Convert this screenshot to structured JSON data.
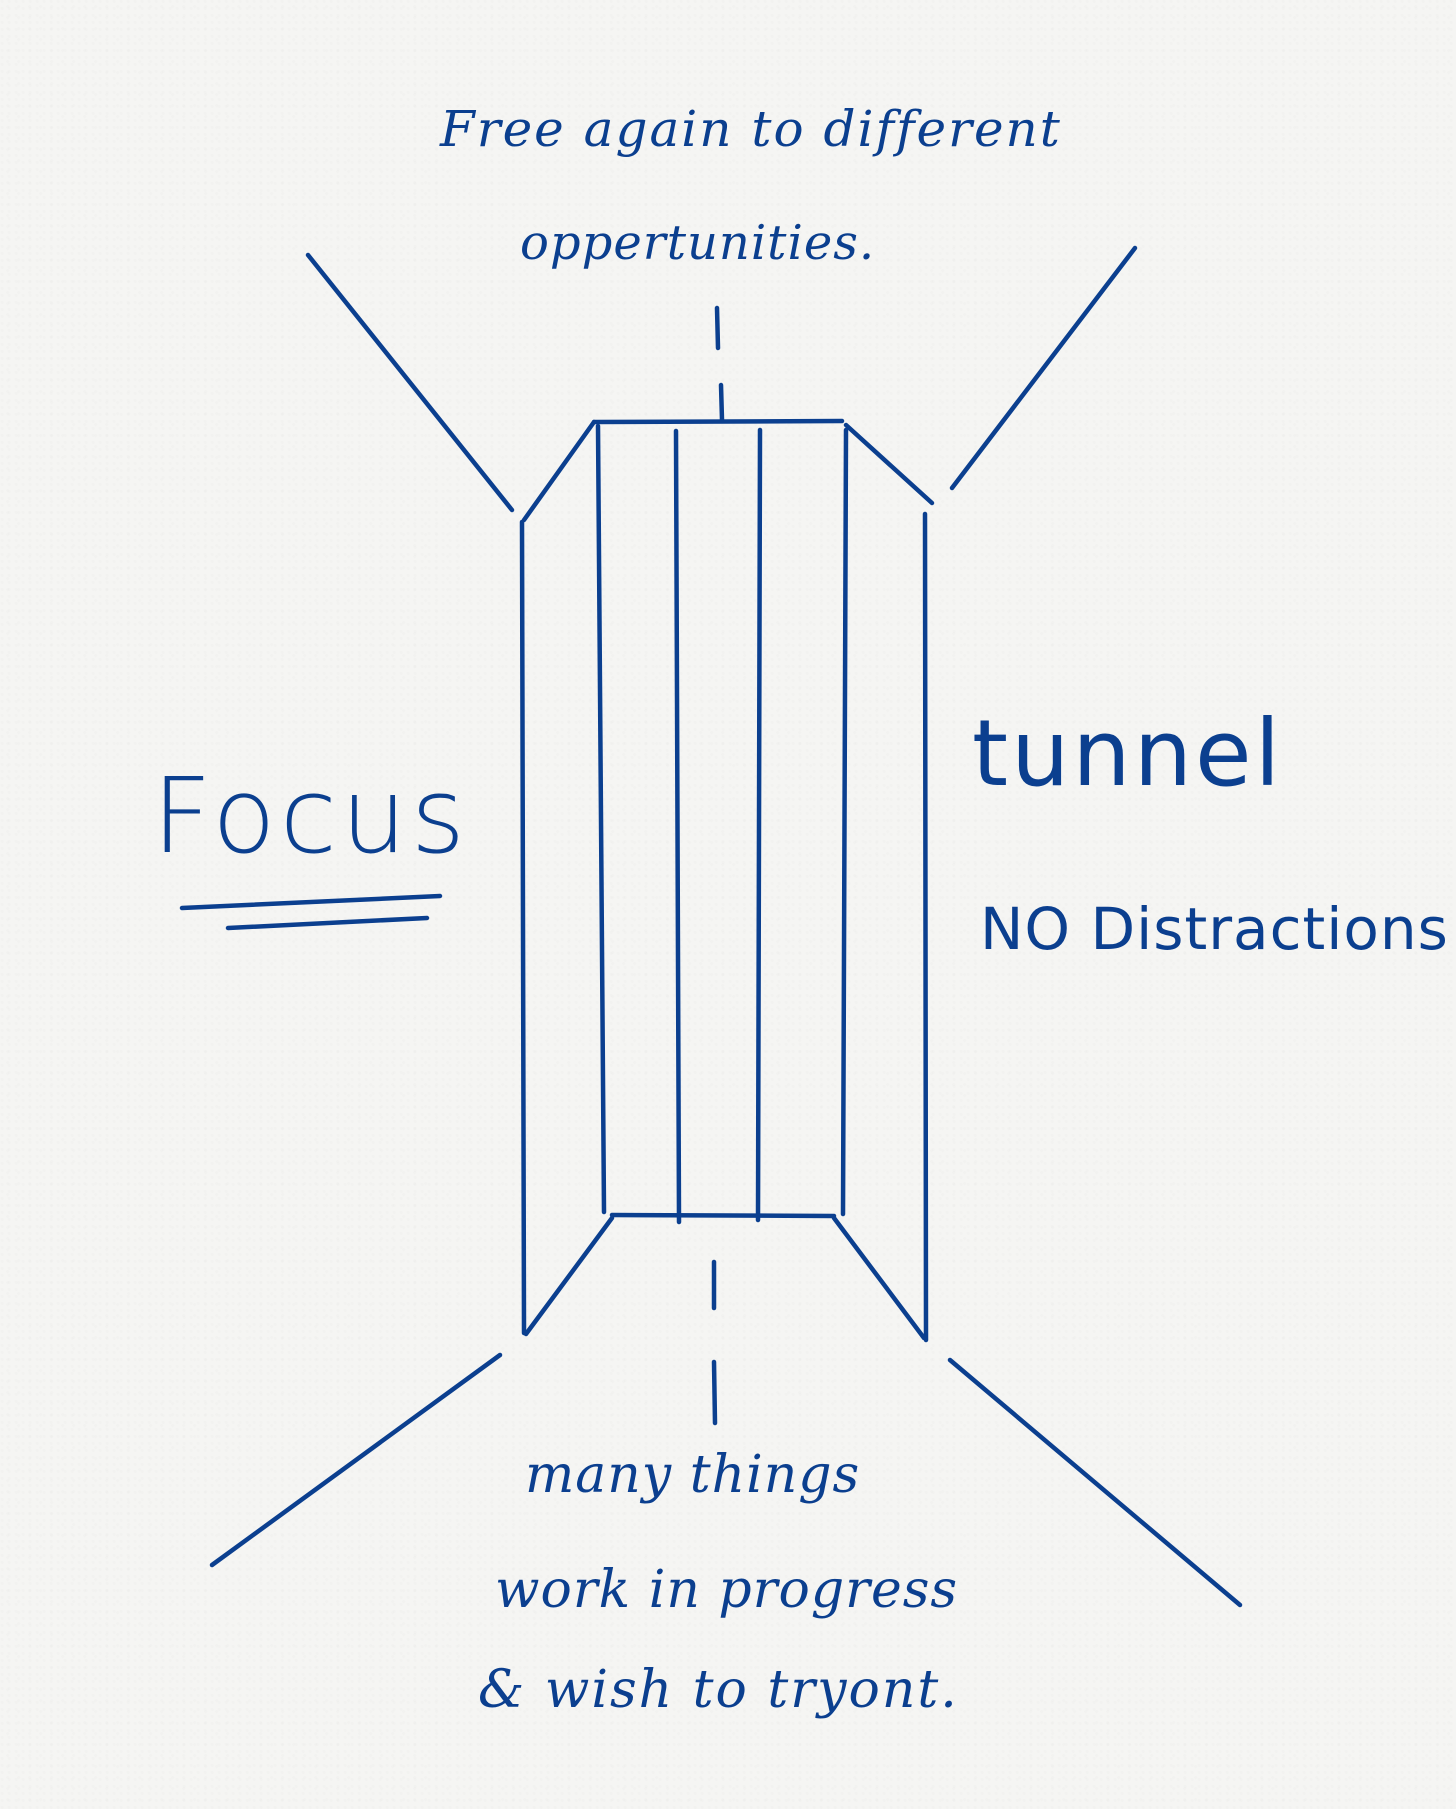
{
  "diagram": {
    "ink_color": "#0b3f8f",
    "paper_color": "#f5f5f3",
    "top_note": [
      "Free again to different",
      "oppertunities."
    ],
    "focus_label": "Focus",
    "tunnel_label": "tunnel",
    "distraction_label": "NO Distractions",
    "bottom_note": [
      "many things",
      "work in progress",
      "& wish to tryont."
    ]
  }
}
